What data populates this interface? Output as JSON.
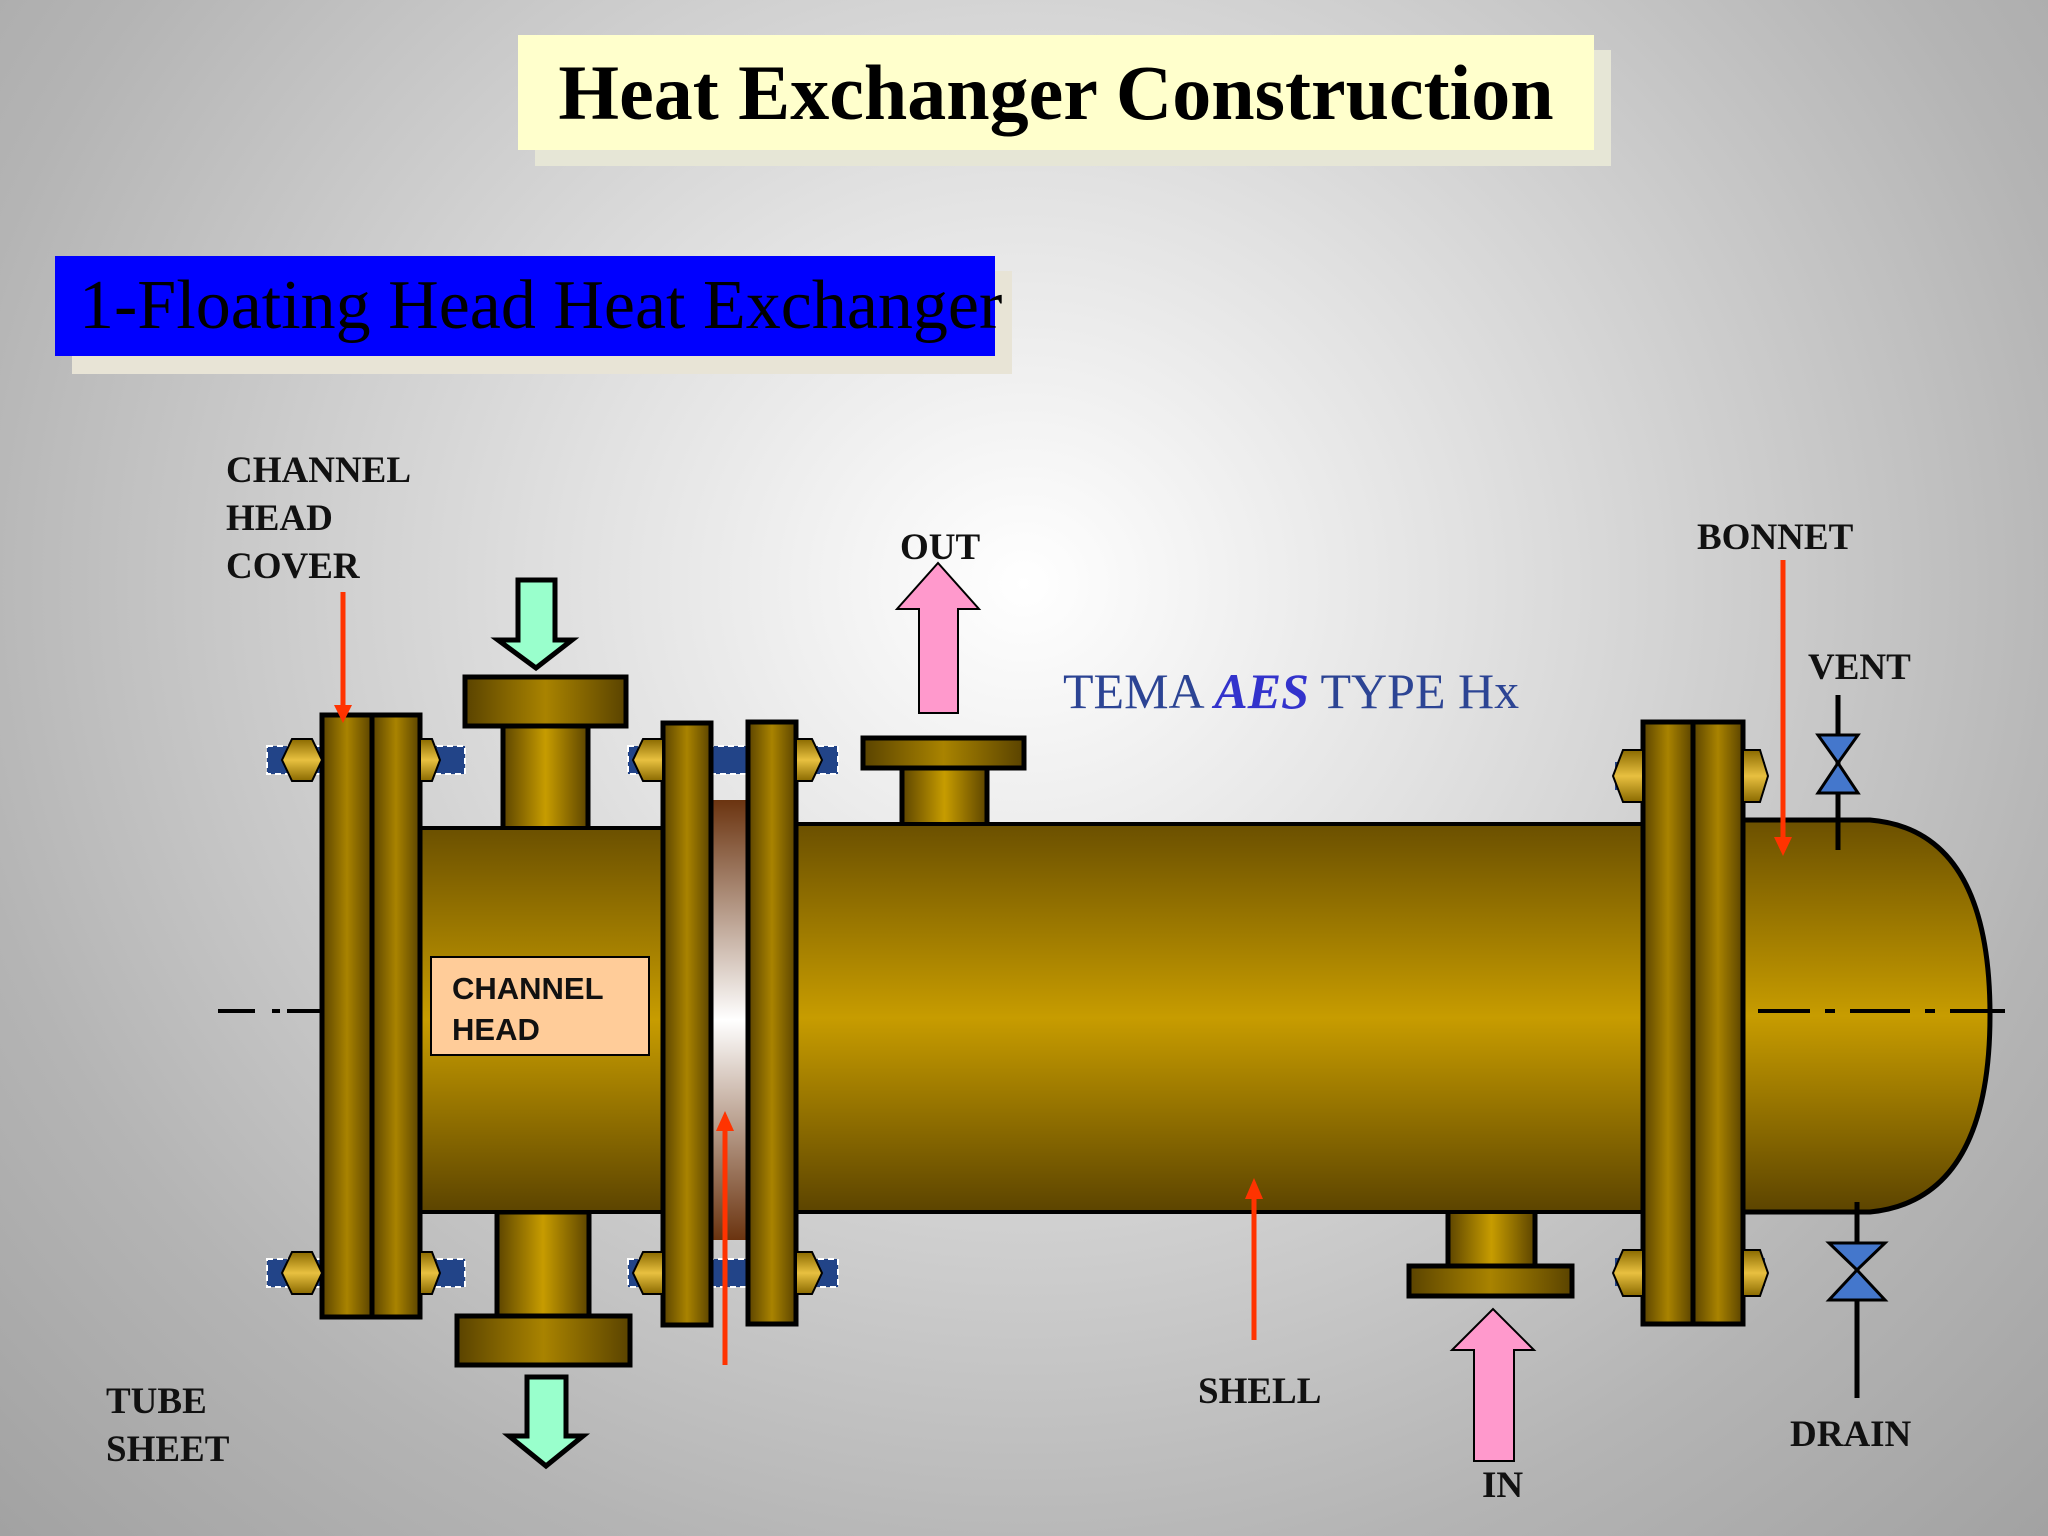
{
  "title": "Heat Exchanger Construction",
  "subtitle": "1-Floating Head Heat Exchanger",
  "labels": {
    "channel_head_cover": "CHANNEL\nHEAD\nCOVER",
    "out": "OUT",
    "bonnet": "BONNET",
    "vent": "VENT",
    "channel_head": "CHANNEL\nHEAD",
    "tube_sheet": "TUBE\nSHEET",
    "shell": "SHELL",
    "in": "IN",
    "drain": "DRAIN"
  },
  "tema": {
    "prefix": "TEMA ",
    "type": "AES",
    "suffix": " TYPE Hx"
  },
  "colors": {
    "metal": "#c59a00",
    "metal_dark": "#6b5000",
    "annotation_arrow": "#ff3300",
    "out_in_arrow": "#ff99cc",
    "tube_side_arrow": "#99ffcc",
    "valve": "#4477cc",
    "bolt": "#224488",
    "nut": "#d4a520"
  }
}
